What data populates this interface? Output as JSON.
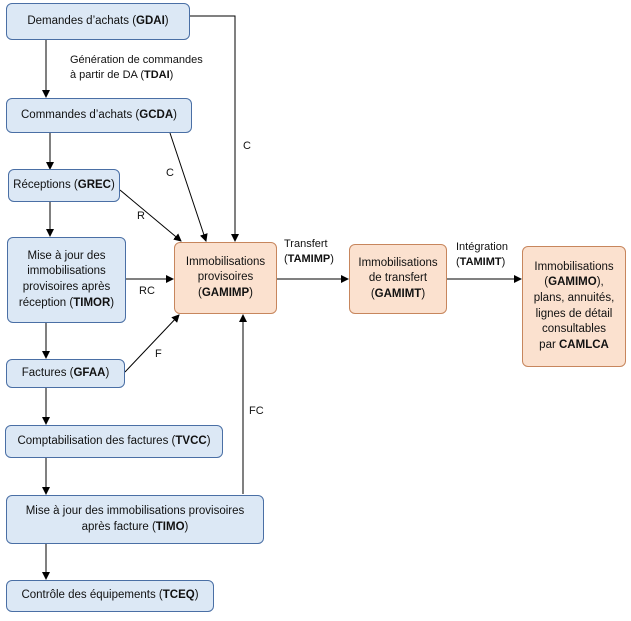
{
  "boxes": {
    "gdai": {
      "text": "Demandes d’achats ",
      "code": "GDAI",
      "tail": ""
    },
    "gcda": {
      "text": "Commandes d’achats ",
      "code": "GCDA",
      "tail": ""
    },
    "grec": {
      "text": "Réceptions ",
      "code": "GREC",
      "tail": ""
    },
    "timor": {
      "line1": "Mise à jour des",
      "line2": "immobilisations",
      "line3": "provisoires après",
      "line4": "réception ",
      "code": "TIMOR"
    },
    "gfaa": {
      "text": "Factures ",
      "code": "GFAA"
    },
    "tvcc": {
      "text": "Comptabilisation des factures ",
      "code": "TVCC"
    },
    "timo": {
      "line1": "Mise à jour des immobilisations provisoires",
      "line2": "après facture ",
      "code": "TIMO"
    },
    "tceq": {
      "text": "Contrôle des équipements ",
      "code": "TCEQ"
    },
    "gamimp": {
      "line1": "Immobilisations",
      "line2": "provisoires",
      "code": "GAMIMP"
    },
    "gamimt": {
      "line1": "Immobilisations",
      "line2": "de transfert",
      "code": "GAMIMT"
    },
    "gamimo": {
      "line1": "Immobilisations",
      "code": "GAMIMO",
      "line2tail": "),",
      "line3": "plans, annuités,",
      "line4": "lignes de détail",
      "line5": "consultables",
      "line6": "par ",
      "code2": "CAMLCA"
    }
  },
  "labels": {
    "tdai_line1": "Génération de commandes",
    "tdai_line2": "à partir de DA ",
    "tdai_code": "TDAI",
    "c_top": "C",
    "c_mid": "C",
    "r": "R",
    "rc": "RC",
    "f": "F",
    "fc": "FC",
    "transfert": "Transfert",
    "transfert_code": "TAMIMP",
    "integration": "Intégration",
    "integration_code": "TAMIMT"
  }
}
